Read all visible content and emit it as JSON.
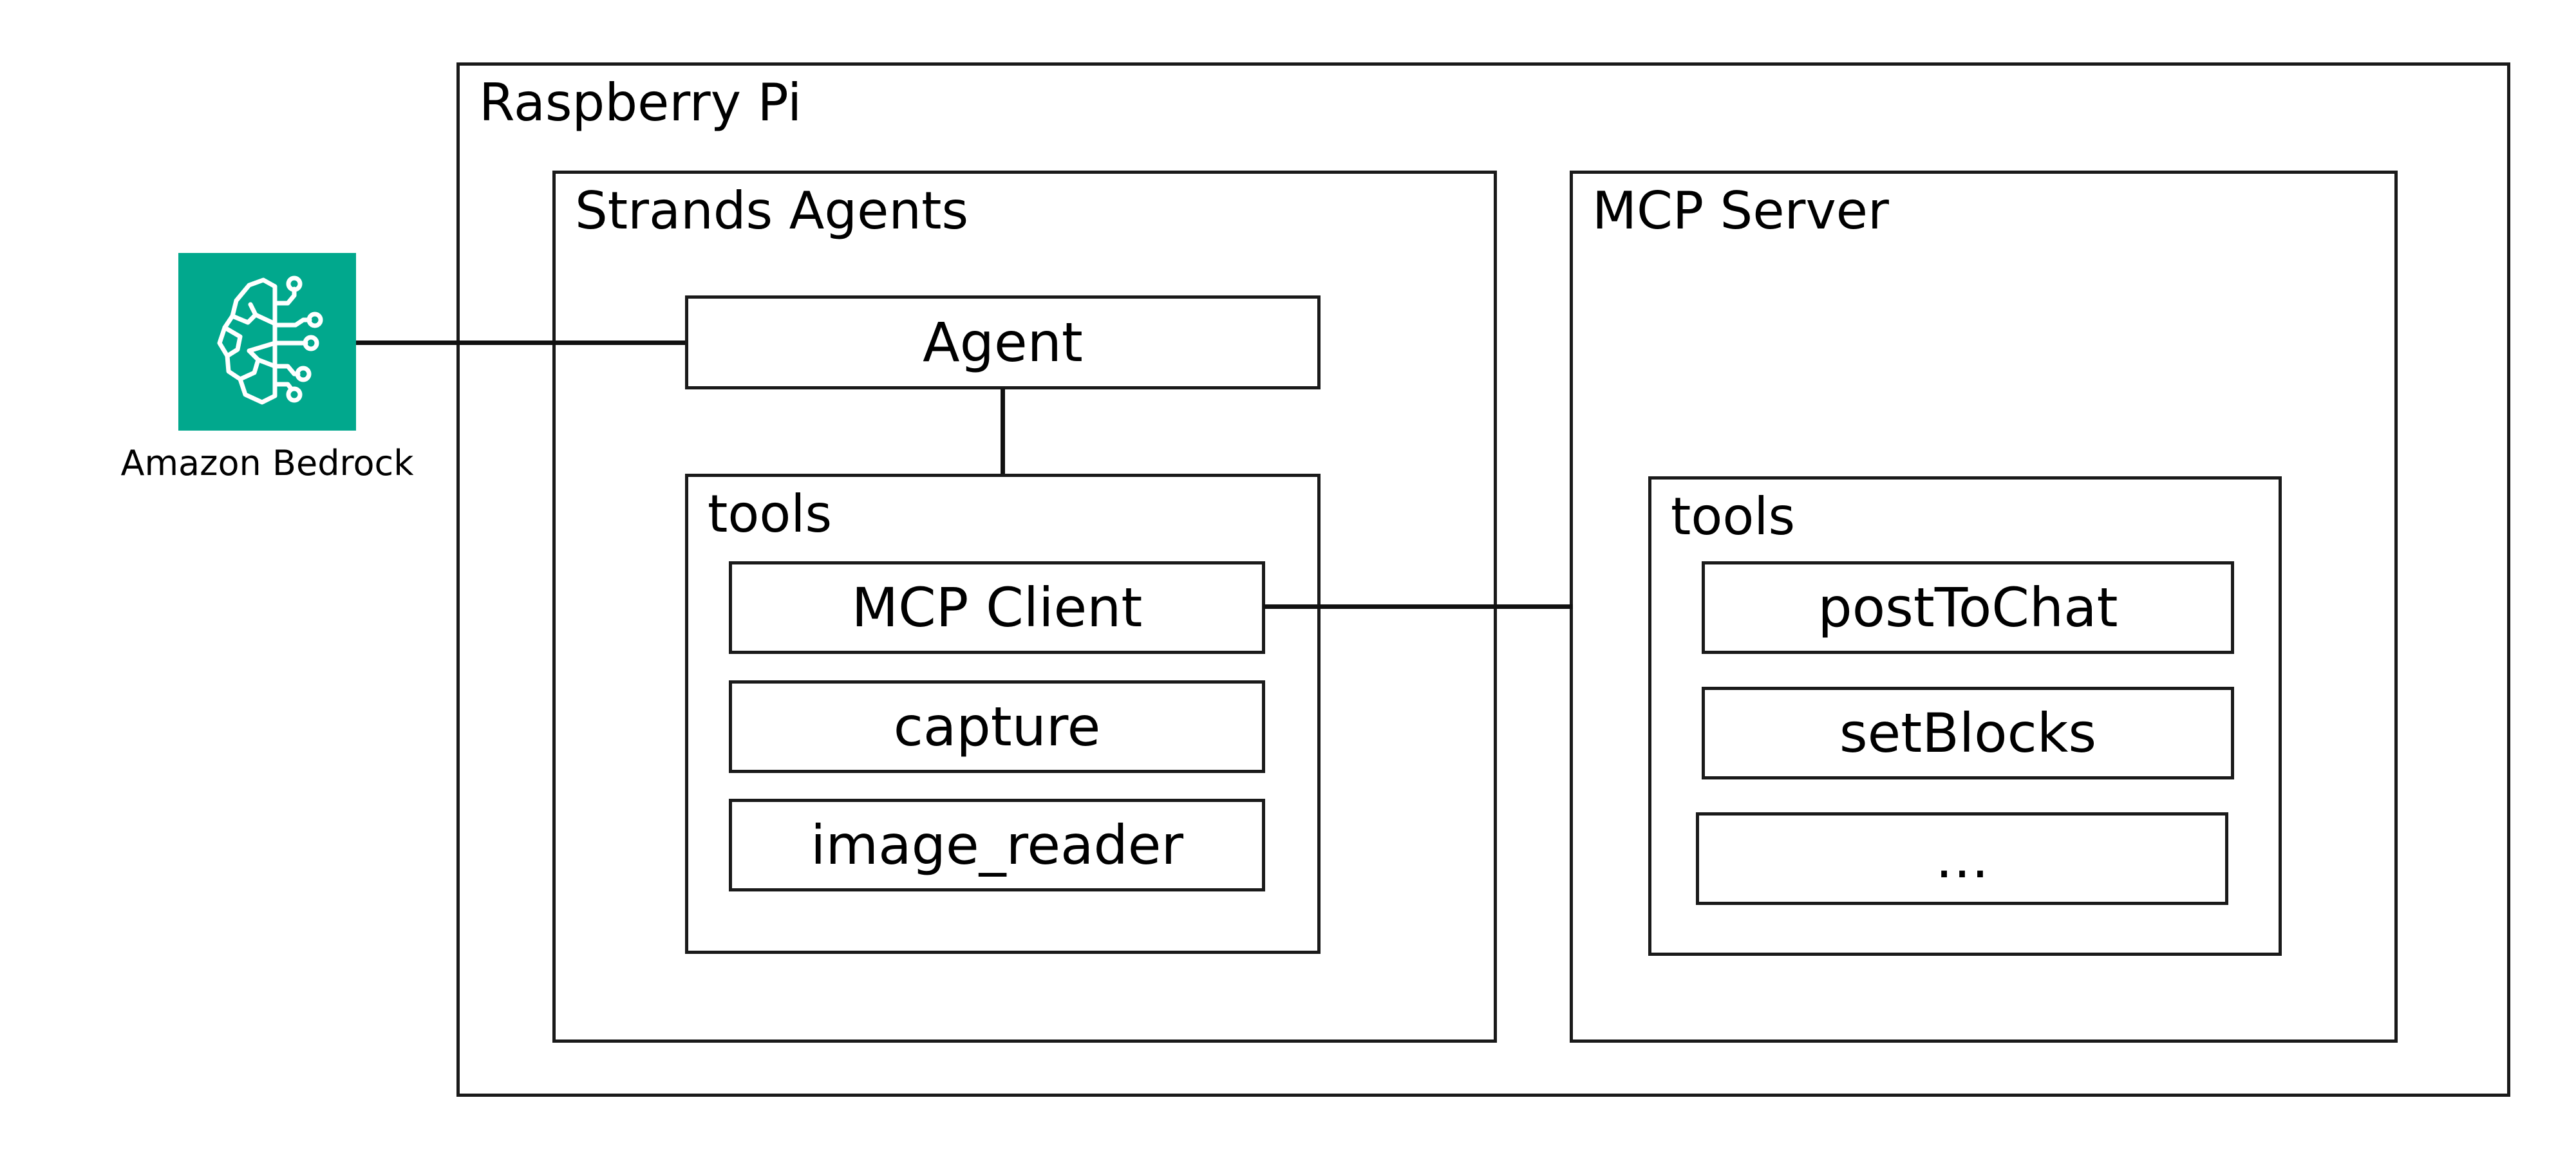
{
  "bedrock": {
    "label": "Amazon Bedrock",
    "icon": "bedrock-brain-icon",
    "color": "#01A88D"
  },
  "raspberry_pi": {
    "label": "Raspberry Pi"
  },
  "strands_agents": {
    "label": "Strands Agents",
    "agent": "Agent",
    "tools": {
      "label": "tools",
      "items": [
        "MCP Client",
        "capture",
        "image_reader"
      ]
    }
  },
  "mcp_server": {
    "label": "MCP Server",
    "tools": {
      "label": "tools",
      "items": [
        "postToChat",
        "setBlocks",
        "…"
      ]
    }
  }
}
